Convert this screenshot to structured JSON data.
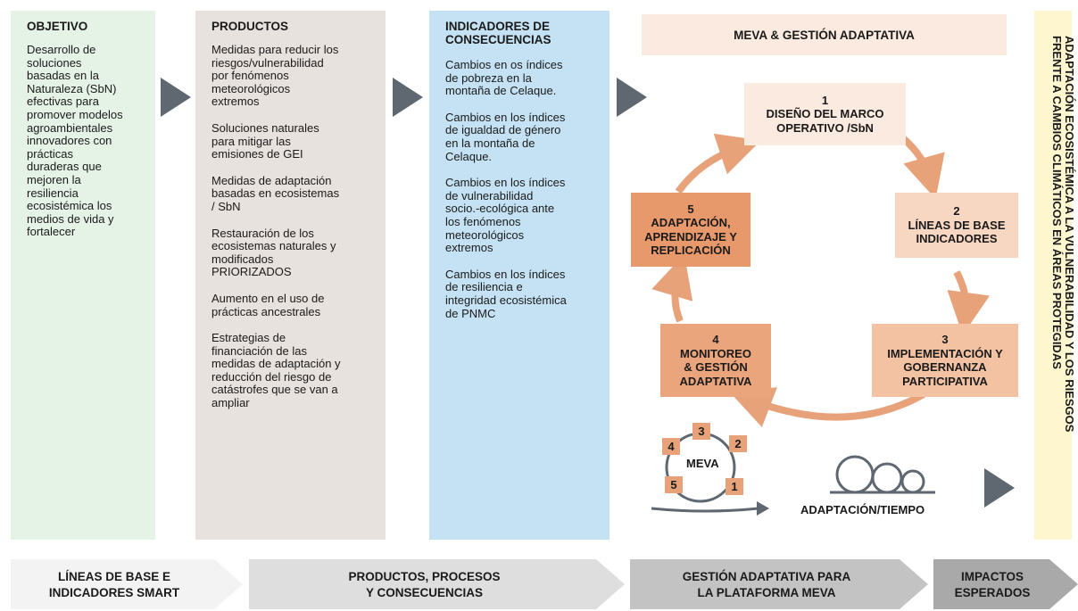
{
  "columns": {
    "objetivo": {
      "title": "OBJETIVO",
      "text": "Desarrollo de\nsoluciones\nbasadas en la\nNaturaleza (SbN)\nefectivas para\npromover modelos\nagroambientales\ninnovadores con\nprácticas\nduraderas que\nmejoren la\nresiliencia\necosistémica los\nmedios de vida y\nfortalecer"
    },
    "productos": {
      "title": "PRODUCTOS",
      "items": [
        "Medidas para reducir los\nriesgos/vulnerabilidad\npor fenómenos\nmeteorológicos\nextremos",
        "Soluciones naturales\npara mitigar las\nemisiones de GEI",
        "Medidas de adaptación\nbasadas en ecosistemas\n/ SbN",
        "Restauración de los\necosistemas naturales y\nmodificados\nPRIORIZADOS",
        "Aumento en el uso de\nprácticas ancestrales",
        "Estrategias de\nfinanciación de las\nmedidas de adaptación y\nreducción del riesgo de\ncatástrofes que se van a\nampliar"
      ]
    },
    "indicadores": {
      "title": "INDICADORES DE\nCONSECUENCIAS",
      "items": [
        "Cambios en os índices\nde pobreza en la\nmontaña de Celaque.",
        "Cambios en los índices\nde igualdad de género\nen la montaña de\nCelaque.",
        "Cambios en los índices\nde vulnerabilidad\nsocio.-ecológica ante\nlos fenómenos\nmeteorológicos\nextremos",
        "Cambios en los índices\nde resiliencia e\nintegridad ecosistémica\nde PNMC"
      ]
    }
  },
  "meva": {
    "header": "MEVA & GESTIÓN ADAPTATIVA",
    "steps": [
      {
        "label": "1\nDISEÑO DEL MARCO\nOPERATIVO /SbN",
        "color": "#fbeadf"
      },
      {
        "label": "2\nLÍNEAS DE BASE\nINDICADORES",
        "color": "#f7d6c2"
      },
      {
        "label": "3\nIMPLEMENTACIÓN Y\nGOBERNANZA\nPARTICIPATIVA",
        "color": "#f2c2a3"
      },
      {
        "label": "4\nMONITOREO\n& GESTIÓN\nADAPTATIVA",
        "color": "#eba57d"
      },
      {
        "label": "5\nADAPTACIÓN,\nAPRENDIZAJE Y\nREPLICACIÓN",
        "color": "#e8996c"
      }
    ],
    "mini_label": "MEVA",
    "mini_numbers": [
      "1",
      "2",
      "3",
      "4",
      "5"
    ],
    "time_label": "ADAPTACIÓN/TIEMPO",
    "arrow_color": "#e8a27a"
  },
  "side_text": "ADAPTACIÓN ECOSISTÉMICA A LA VULNERABILIDAD Y LOS RIESGOS\nFRENTE A CAMBIOS CLIMÁTICOS EN ÁREAS PROTEGIDAS",
  "bottom_bands": [
    "LÍNEAS DE BASE E\nINDICADORES SMART",
    "PRODUCTOS, PROCESOS\nY CONSECUENCIAS",
    "GESTIÓN ADAPTATIVA PARA\nLA PLATAFORMA MEVA",
    "IMPACTOS\nESPERADOS"
  ]
}
